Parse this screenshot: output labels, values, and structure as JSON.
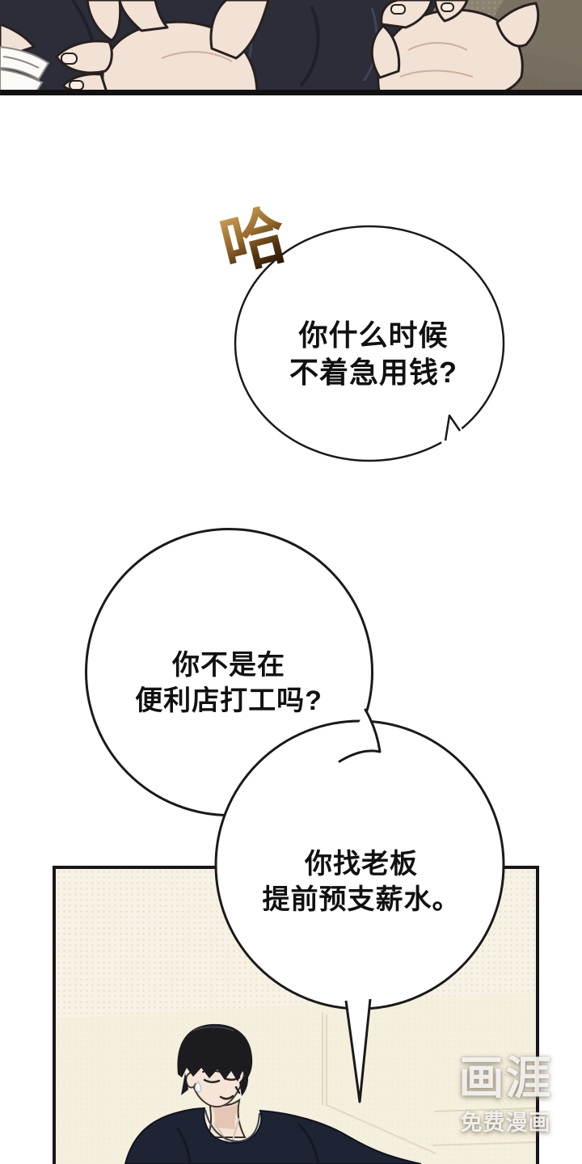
{
  "sfx": {
    "text": "哈"
  },
  "bubbles": [
    {
      "id": "bubble-1",
      "lines": [
        "你什么时候",
        "不着急用钱?"
      ]
    },
    {
      "id": "bubble-2",
      "lines": [
        "你不是在",
        "便利店打工吗?"
      ]
    },
    {
      "id": "bubble-3",
      "lines": [
        "你找老板",
        "提前预支薪水。"
      ]
    }
  ],
  "watermark": {
    "logo": "画涯",
    "tagline": "免费漫画"
  },
  "colors": {
    "outline": "#1a1a1a",
    "panel_bg_cream": "#f7f2e5",
    "panel_dot": "#e8dec6",
    "khaki_bg": "#8a8273",
    "khaki_dot": "#9d9482",
    "shirt_dark": "#2c2d39",
    "skin": "#f2e1d5",
    "character_shirt": "#1e2433",
    "sfx_gradient_from": "#c79a52",
    "sfx_gradient_to": "#241405"
  }
}
